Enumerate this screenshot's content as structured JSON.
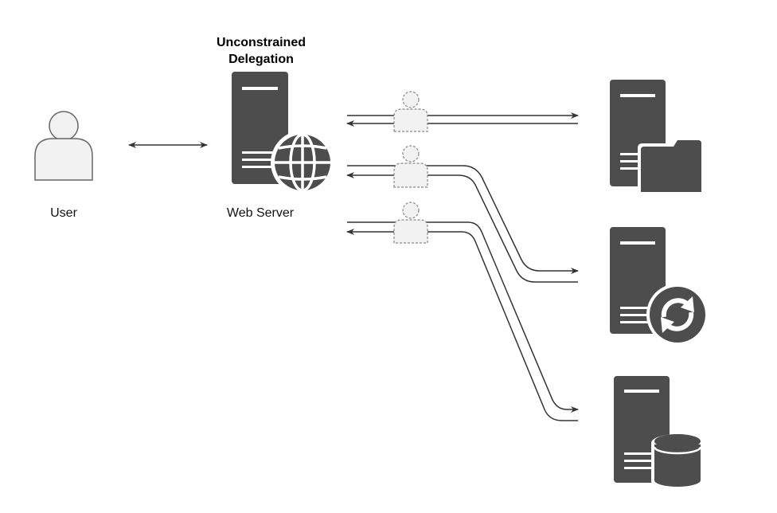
{
  "title": {
    "line1": "Unconstrained",
    "line2": "Delegation"
  },
  "nodes": {
    "user": {
      "label": "User",
      "icon": "user-icon"
    },
    "web_server": {
      "label": "Web Server",
      "icon": "web-server-icon"
    },
    "file_server": {
      "icon": "file-server-icon"
    },
    "sync_server": {
      "icon": "sync-server-icon"
    },
    "db_server": {
      "icon": "database-server-icon"
    }
  },
  "colors": {
    "icon_dark": "#4d4d4d",
    "user_fill": "#f2f2f2",
    "user_stroke": "#666666",
    "line": "#333333",
    "ghost_stroke": "#888888"
  }
}
